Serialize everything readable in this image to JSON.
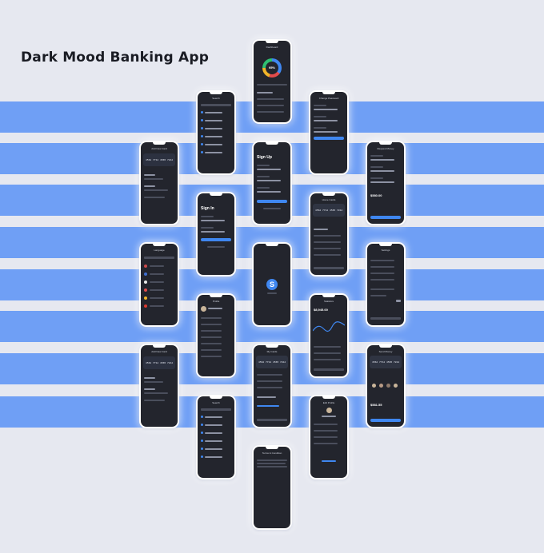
{
  "page": {
    "title": "Dark Mood Banking App"
  },
  "colors": {
    "background": "#e6e8f0",
    "stripe": "#6f9ff5",
    "screen": "#23252d",
    "accent": "#3f87f0"
  },
  "screens": {
    "add_card_1": {
      "header": "Add New Card",
      "card_number": "4562 7712 4565 7812"
    },
    "language": {
      "header": "Language"
    },
    "add_card_2": {
      "header": "Add New Card",
      "card_number": "4562 7712 4565 7812"
    },
    "search_1": {
      "header": "Search"
    },
    "sign_in": {
      "header": "Sign In"
    },
    "profile": {
      "header": "Profile"
    },
    "search_2": {
      "header": "Search"
    },
    "dashboard": {
      "header": "Dashboard",
      "percent": "95%"
    },
    "sign_up": {
      "header": "Sign Up"
    },
    "splash": {
      "logo_glyph": "S"
    },
    "my_cards": {
      "header": "My Cards",
      "card_number": "4562 7712 4565 7812"
    },
    "terms": {
      "header": "Terms & Condition"
    },
    "change_password": {
      "header": "Change Password"
    },
    "home_cards": {
      "header": "Home Cards",
      "card_number": "4562 7712 4565 7812"
    },
    "statistics": {
      "header": "Statistics",
      "amount": "$8,945.00"
    },
    "edit_profile": {
      "header": "Edit Profile"
    },
    "request_money": {
      "header": "Request Money",
      "amount": "$580.00"
    },
    "settings": {
      "header": "Settings"
    },
    "send_money": {
      "header": "Send Money",
      "card_number": "4562 7712 4565 7812",
      "amount": "$581.55"
    }
  }
}
